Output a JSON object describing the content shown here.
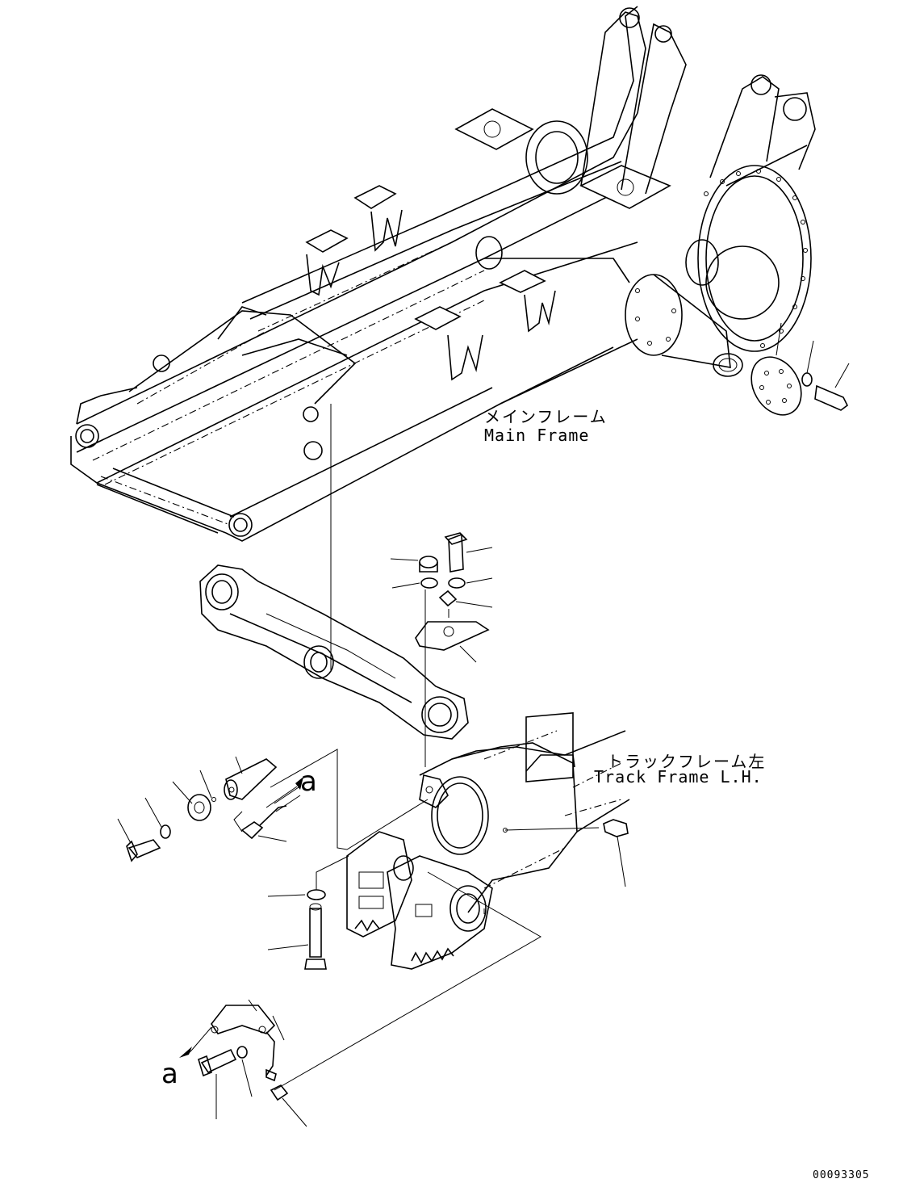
{
  "labels": {
    "main_frame_jp": "メインフレーム",
    "main_frame_en": "Main Frame",
    "track_frame_jp": "トラックフレーム左",
    "track_frame_en": "Track Frame L.H.",
    "callout_a_top": "a",
    "callout_a_bottom": "a",
    "document_number": "00093305"
  },
  "colors": {
    "line": "#000000",
    "background": "#ffffff"
  }
}
